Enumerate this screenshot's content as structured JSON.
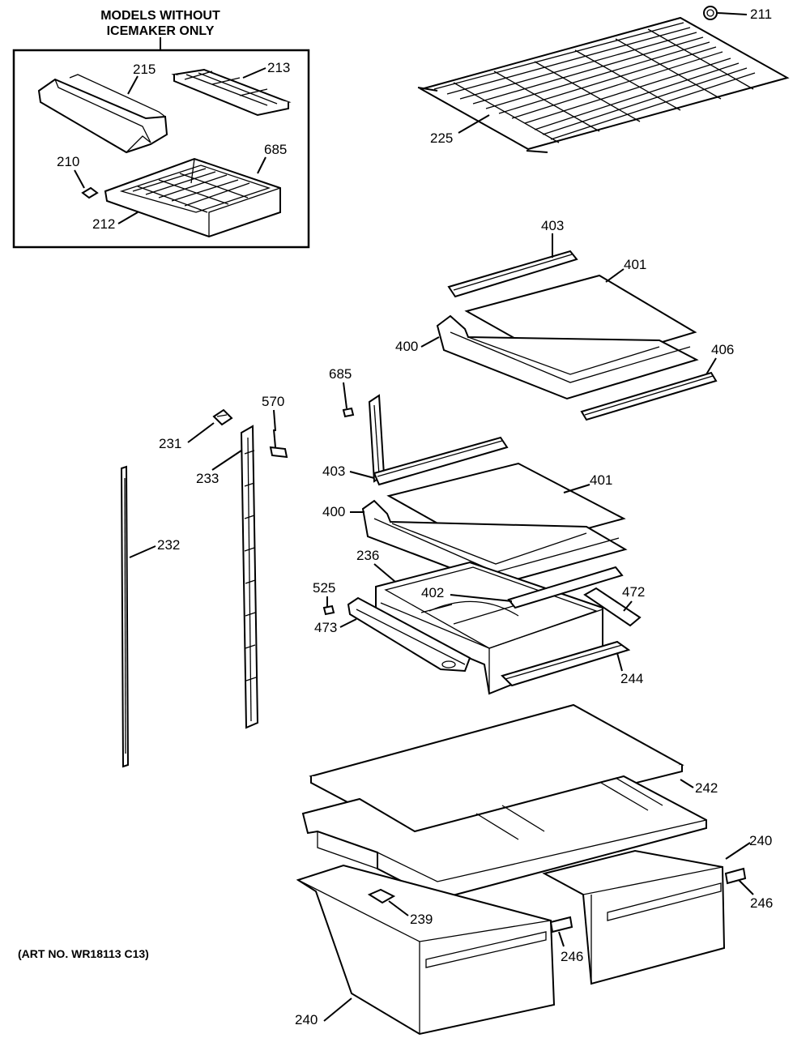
{
  "inset": {
    "heading_line1": "MODELS WITHOUT",
    "heading_line2": "ICEMAKER ONLY"
  },
  "art_number": "(ART NO. WR18113 C13)",
  "callouts": {
    "c211": "211",
    "c225": "225",
    "c215": "215",
    "c213": "213",
    "c210": "210",
    "c685_inset": "685",
    "c212": "212",
    "c403_top": "403",
    "c401_top": "401",
    "c400_top": "400",
    "c406": "406",
    "c685": "685",
    "c570": "570",
    "c231": "231",
    "c233": "233",
    "c403_mid": "403",
    "c401_mid": "401",
    "c400_mid": "400",
    "c232": "232",
    "c236": "236",
    "c525": "525",
    "c402": "402",
    "c472": "472",
    "c473": "473",
    "c244": "244",
    "c242": "242",
    "c240_right": "240",
    "c246_right": "246",
    "c239": "239",
    "c246_left": "246",
    "c240_bottom": "240"
  }
}
